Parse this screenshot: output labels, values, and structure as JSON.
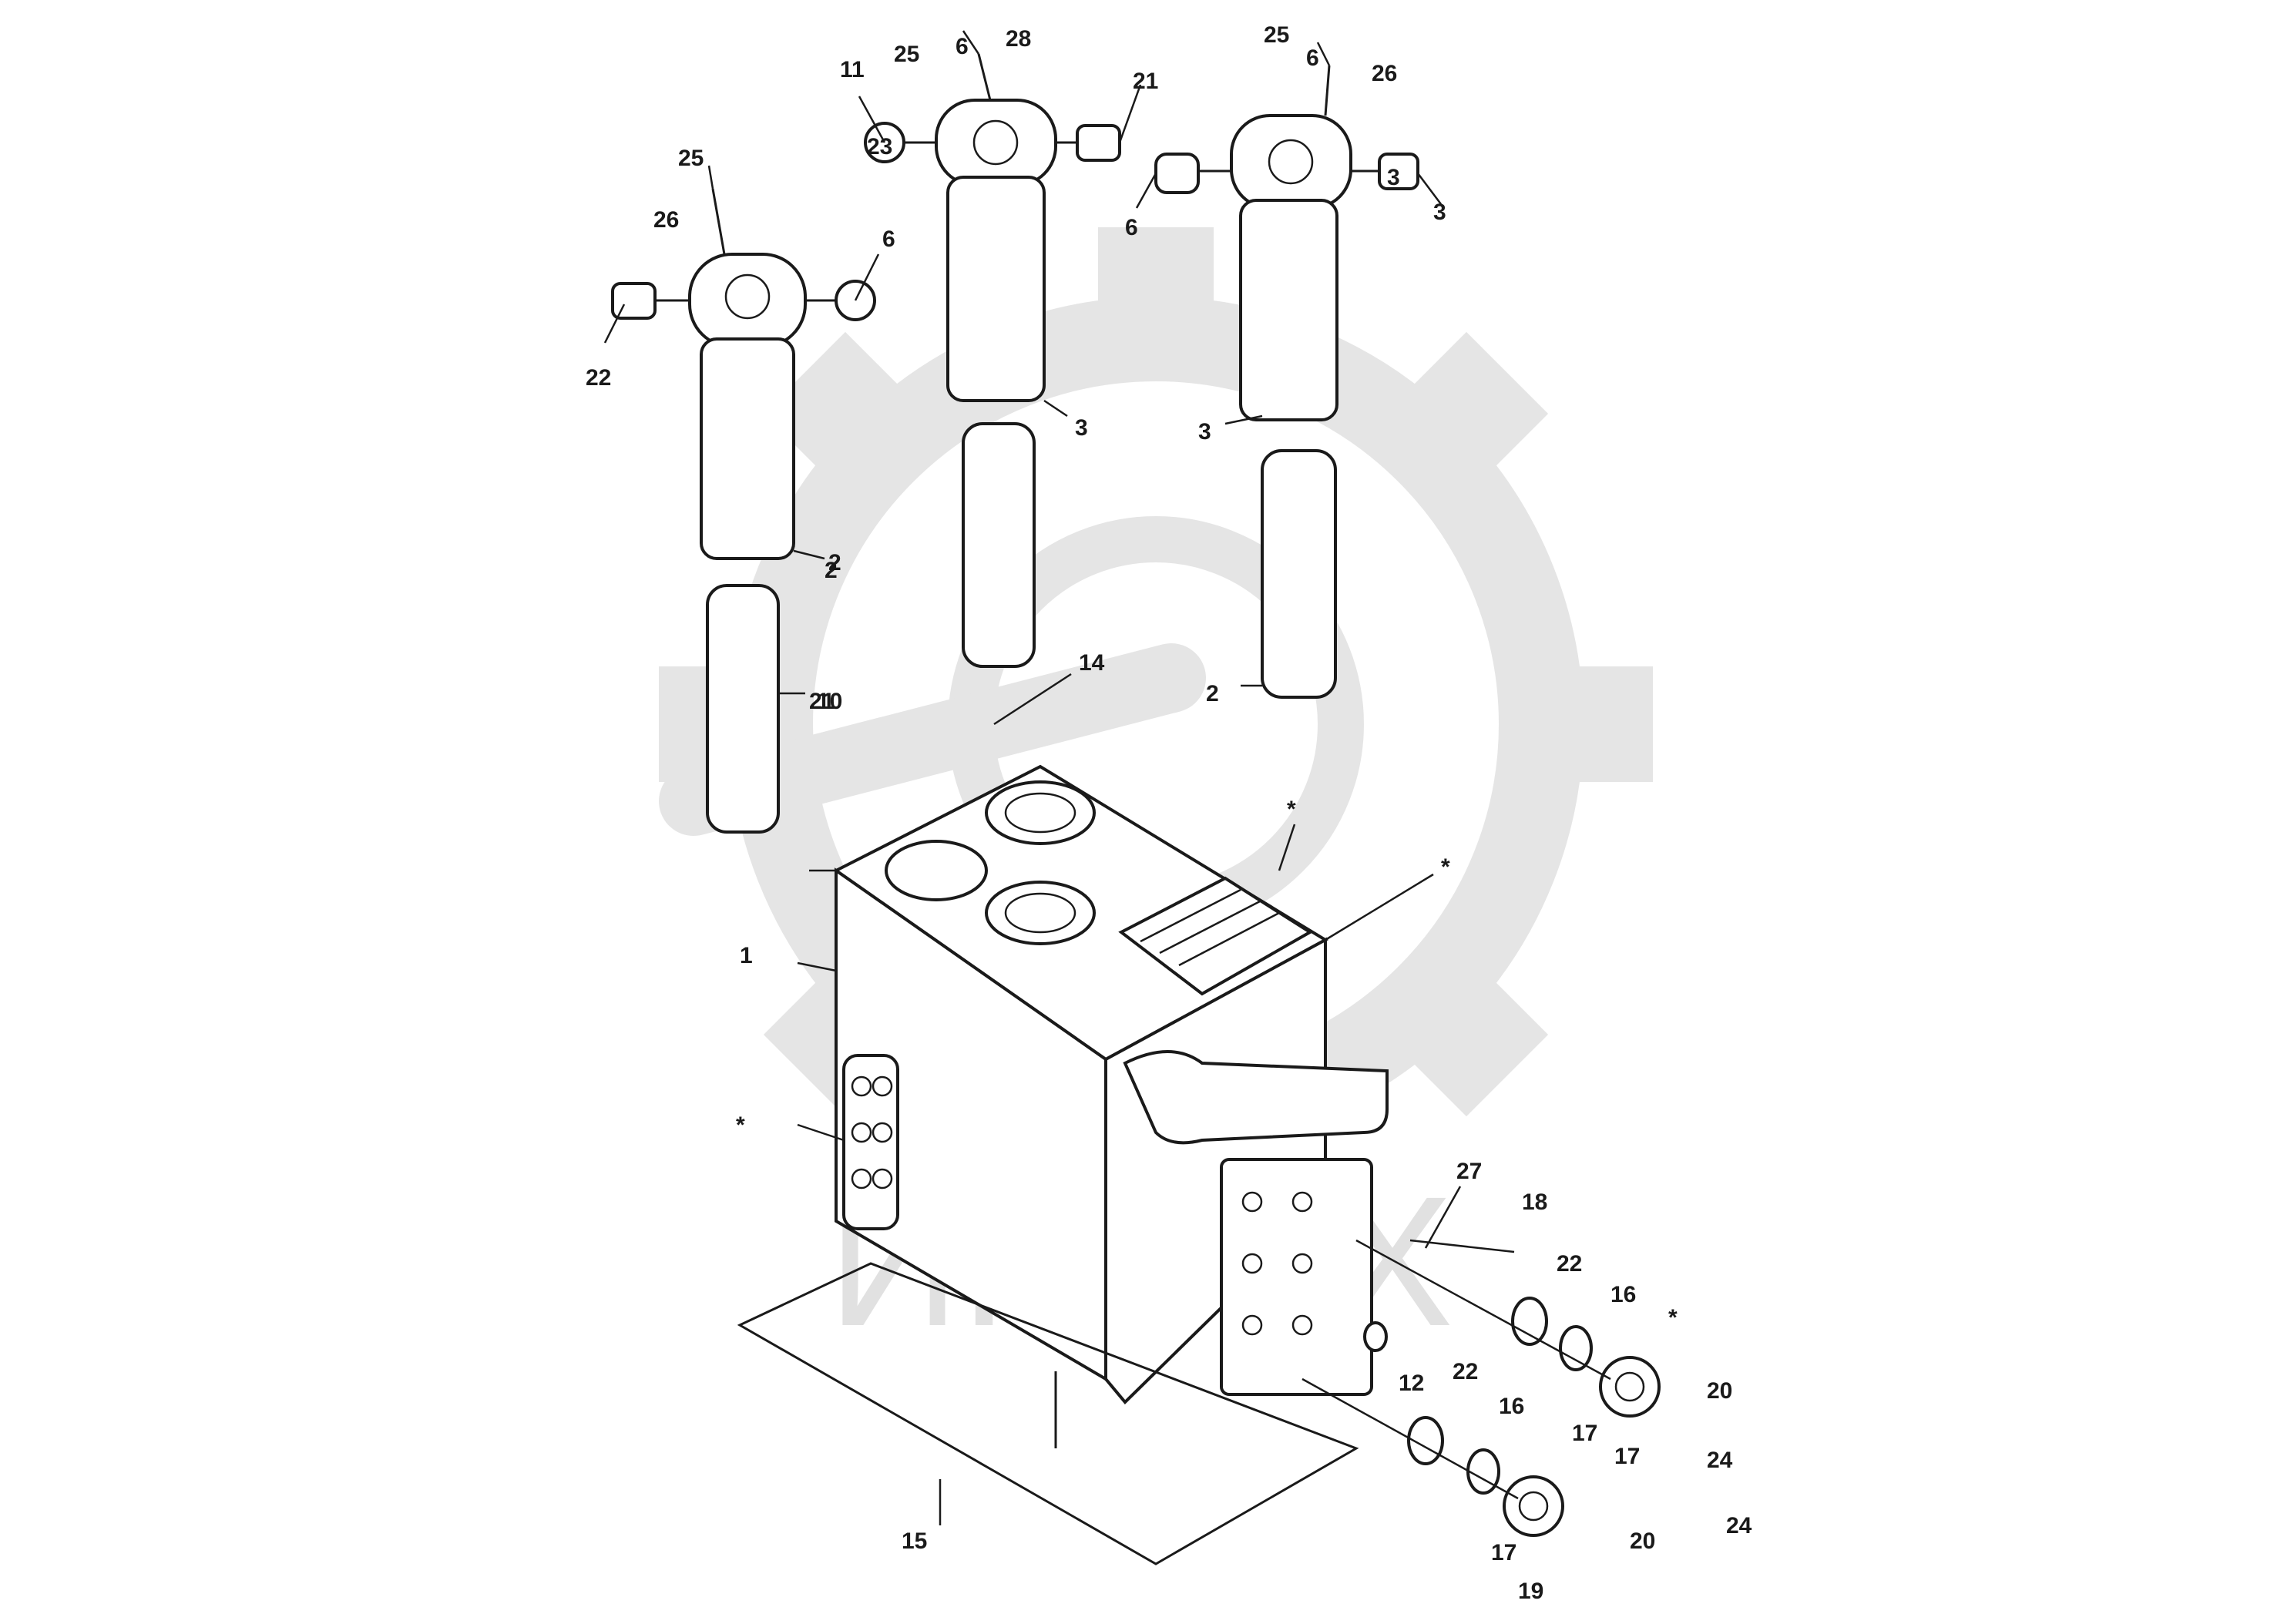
{
  "watermark": {
    "text": "ИНТЕХ",
    "color": "#d9d9d9",
    "icon": "gear-wrench-logo-icon"
  },
  "diagram": {
    "line_color": "#1a1a1a",
    "callouts": [
      {
        "id": "c1",
        "text": "25"
      },
      {
        "id": "c2",
        "text": "26"
      },
      {
        "id": "c3",
        "text": "6"
      },
      {
        "id": "c4",
        "text": "22"
      },
      {
        "id": "c5",
        "text": "11"
      },
      {
        "id": "c6",
        "text": "2"
      },
      {
        "id": "c7",
        "text": "21"
      },
      {
        "id": "c8",
        "text": "23"
      },
      {
        "id": "c9",
        "text": "6"
      },
      {
        "id": "c10",
        "text": "25"
      },
      {
        "id": "c11",
        "text": "28"
      },
      {
        "id": "c12",
        "text": "6"
      },
      {
        "id": "c13",
        "text": "25"
      },
      {
        "id": "c14",
        "text": "26"
      },
      {
        "id": "c15",
        "text": "6"
      },
      {
        "id": "c16",
        "text": "21"
      },
      {
        "id": "c17",
        "text": "3"
      },
      {
        "id": "c18",
        "text": "3"
      },
      {
        "id": "c19",
        "text": "3"
      },
      {
        "id": "c20",
        "text": "3"
      },
      {
        "id": "c21",
        "text": "2"
      },
      {
        "id": "c22",
        "text": "2"
      },
      {
        "id": "c23",
        "text": "10"
      },
      {
        "id": "c24",
        "text": "14"
      },
      {
        "id": "c25",
        "text": "1"
      },
      {
        "id": "c26",
        "text": "*"
      },
      {
        "id": "c27",
        "text": "*"
      },
      {
        "id": "c28",
        "text": "*"
      },
      {
        "id": "c29",
        "text": "27"
      },
      {
        "id": "c30",
        "text": "18"
      },
      {
        "id": "c31",
        "text": "22"
      },
      {
        "id": "c32",
        "text": "16"
      },
      {
        "id": "c33",
        "text": "*"
      },
      {
        "id": "c34",
        "text": "12"
      },
      {
        "id": "c35",
        "text": "22"
      },
      {
        "id": "c36",
        "text": "16"
      },
      {
        "id": "c37",
        "text": "17"
      },
      {
        "id": "c38",
        "text": "20"
      },
      {
        "id": "c39",
        "text": "17"
      },
      {
        "id": "c40",
        "text": "24"
      },
      {
        "id": "c41",
        "text": "17"
      },
      {
        "id": "c42",
        "text": "20"
      },
      {
        "id": "c43",
        "text": "24"
      },
      {
        "id": "c44",
        "text": "19"
      },
      {
        "id": "c45",
        "text": "15"
      }
    ]
  }
}
